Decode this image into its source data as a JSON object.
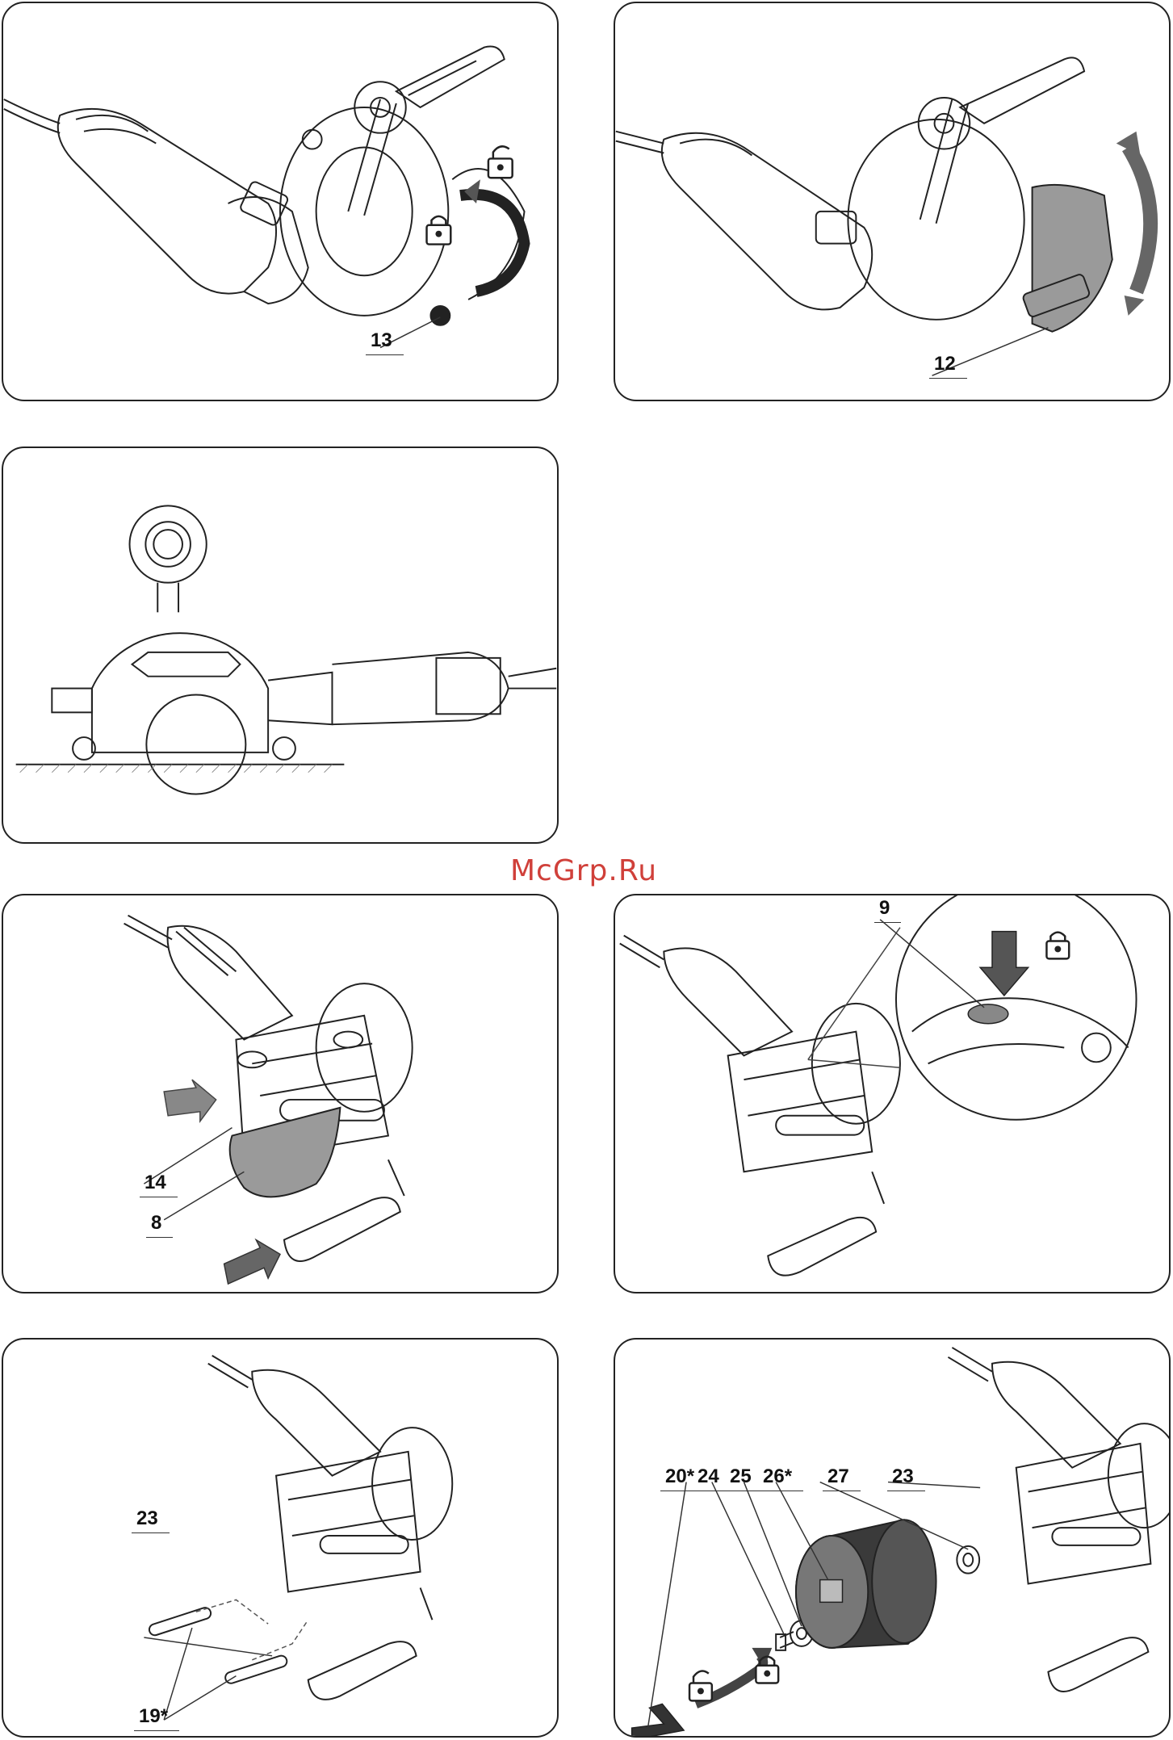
{
  "watermark": "McGrp.Ru",
  "panels": {
    "p1": {
      "labels": [
        "13"
      ]
    },
    "p2": {
      "labels": [
        "12"
      ]
    },
    "p3": {
      "labels": []
    },
    "p4": {
      "labels": [
        "14",
        "8"
      ]
    },
    "p5": {
      "labels": [
        "9"
      ]
    },
    "p6": {
      "labels": [
        "23",
        "19*"
      ]
    },
    "p7": {
      "labels": [
        "20*",
        "24",
        "25",
        "26*",
        "27",
        "23"
      ]
    }
  },
  "icons": [
    "lock-icon",
    "unlock-icon",
    "arrow-icon"
  ],
  "colors": {
    "ink": "#222222",
    "gray-fill": "#9a9a9a",
    "dark-fill": "#3a3a3a",
    "watermark": "#d0403a"
  }
}
